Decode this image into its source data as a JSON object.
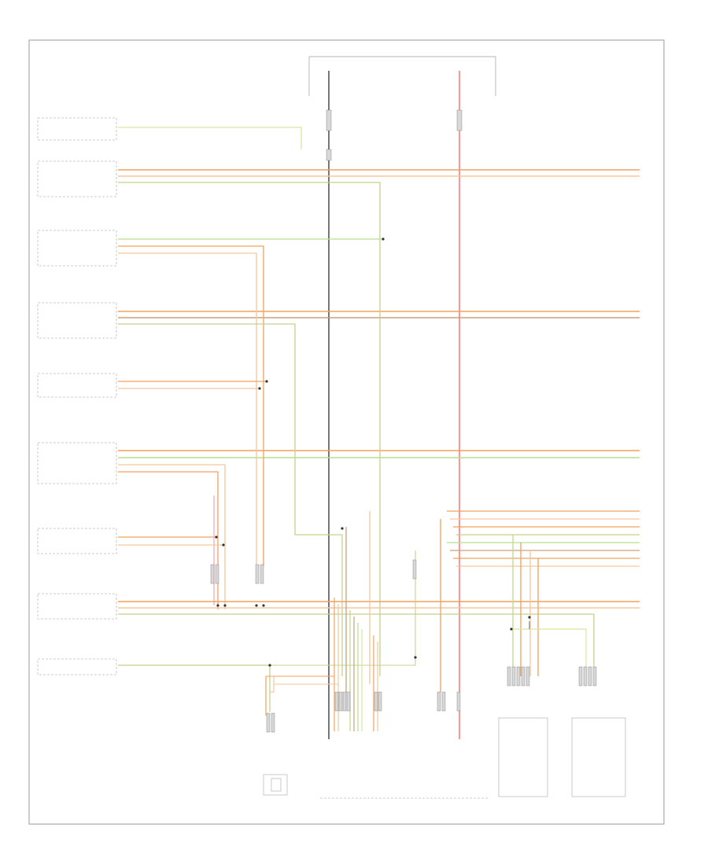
{
  "page": {
    "footer_text": ""
  },
  "power": {
    "left_feed": {
      "title_lines": [
        "",
        ""
      ],
      "fuse_lines": [
        "",
        "",
        ""
      ]
    },
    "right_feed": {
      "title_lines": [
        "",
        ""
      ],
      "fuse_lines": [
        "",
        "",
        ""
      ],
      "side_note": [
        "",
        "",
        "",
        "",
        ""
      ]
    }
  },
  "components": [
    {
      "id": "right_headlight",
      "name_lines": [
        ""
      ],
      "pins": [
        ""
      ]
    },
    {
      "id": "wiper_unit",
      "name_lines": [
        ""
      ],
      "pins": [
        "",
        "",
        ""
      ]
    },
    {
      "id": "transmission_unit",
      "name_lines": [
        "",
        ""
      ],
      "pins": [
        "",
        "",
        ""
      ]
    },
    {
      "id": "transfer_case_unit",
      "name_lines": [
        "",
        ""
      ],
      "pins": [
        "",
        "",
        ""
      ]
    },
    {
      "id": "level_unit",
      "name_lines": [
        ""
      ],
      "pins": [
        "",
        ""
      ]
    },
    {
      "id": "seat_belt_unit",
      "name_lines": [
        "",
        ""
      ],
      "pins": [
        "",
        "",
        "",
        ""
      ]
    },
    {
      "id": "window_unit",
      "name_lines": [
        ""
      ],
      "pins": [
        "",
        ""
      ]
    },
    {
      "id": "abs_unit",
      "name_lines": [
        ""
      ],
      "pins": [
        "",
        "",
        ""
      ]
    },
    {
      "id": "left_headlight",
      "name_lines": [
        ""
      ],
      "pins": [
        ""
      ]
    }
  ],
  "bottom_components": [
    {
      "id": "dlc",
      "name_lines": [
        "",
        "",
        ""
      ]
    },
    {
      "id": "gateway",
      "name_lines": [
        "",
        ""
      ]
    },
    {
      "id": "trailer",
      "name_lines": [
        "",
        ""
      ]
    },
    {
      "id": "brake_unit",
      "name_lines": [
        "",
        ""
      ]
    }
  ],
  "wire_colors": {
    "can_high": "#f2a25c",
    "can_low": "#f6c79b",
    "can_brown": "#c9a27a",
    "powertrain": "#d8e6a0",
    "green": "#b9dd8f",
    "olive": "#c8d08c",
    "dark": "#555555",
    "red": "#ff6a6a",
    "pink": "#f4b0c8"
  }
}
